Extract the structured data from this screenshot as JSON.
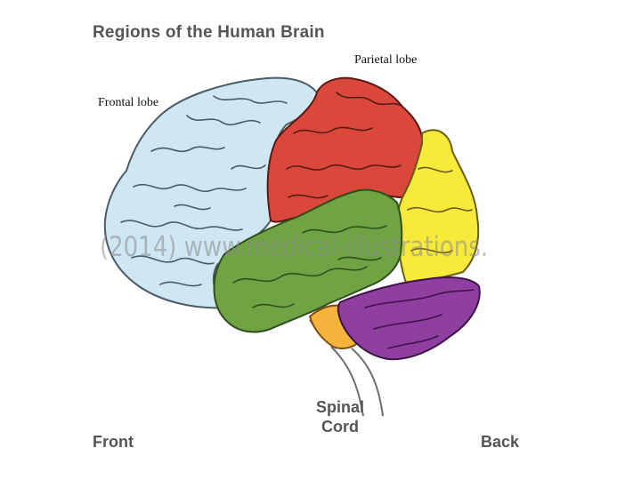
{
  "title": "Regions of the Human Brain",
  "labels": {
    "parietal": "Parietal lobe",
    "frontal": "Frontal lobe",
    "front": "Front",
    "back": "Back",
    "spinal_line1": "Spinal",
    "spinal_line2": "Cord"
  },
  "watermark": "(2014) www.medical-illustrations.",
  "colors": {
    "frontal": "#cfe6f3",
    "parietal": "#d9483b",
    "occipital": "#f8ea3a",
    "temporal": "#6fa343",
    "cerebellum": "#8e3fa0",
    "brainstem": "#f7b43c"
  }
}
